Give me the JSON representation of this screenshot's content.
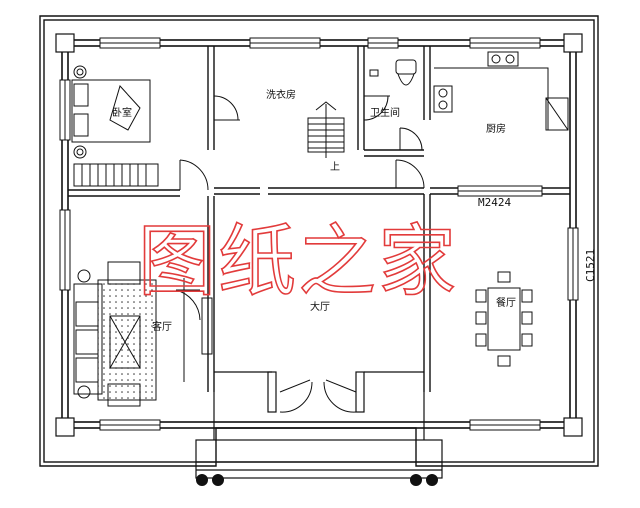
{
  "plan": {
    "rooms": {
      "bedroom": "卧室",
      "laundry": "洗衣房",
      "bathroom": "卫生间",
      "kitchen": "厨房",
      "living_room": "客厅",
      "hall": "大厅",
      "dining": "餐厅"
    },
    "stair_label": "上",
    "door_code": "M2424",
    "window_code": "C1521",
    "watermark": "图纸之家",
    "colors": {
      "walls": "#111111",
      "watermark": "#e23b3b",
      "background": "#ffffff"
    }
  }
}
